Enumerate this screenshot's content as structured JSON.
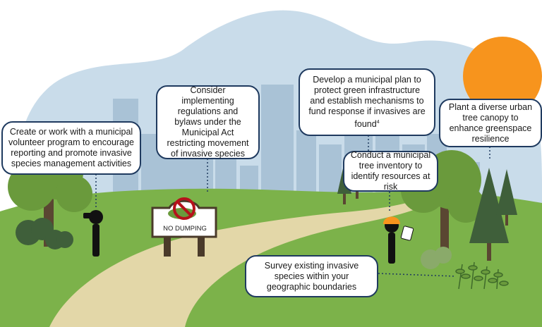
{
  "callouts": {
    "volunteer": "Create or work with a municipal volunteer program to encourage reporting and promote invasive species management activities",
    "regulations": "Consider implementing regulations and bylaws under the Municipal Act restricting movement of invasive species",
    "municipal_plan": "Develop a municipal plan to protect green infrastructure and establish mechanisms to fund response if invasives are found",
    "municipal_plan_footnote": "4",
    "tree_inventory": "Conduct a municipal tree inventory to identify resources at risk",
    "tree_canopy": "Plant a diverse urban tree canopy to enhance greenspace resilience",
    "survey": "Survey existing invasive species within your geographic boundaries"
  },
  "sign": {
    "text": "NO DUMPING"
  },
  "colors": {
    "sky": "#c9dcea",
    "buildings": "#a9c2d6",
    "grass": "#7cb24a",
    "path": "#e3d7a8",
    "sun": "#f7941d",
    "callout_border": "#1f3a5f",
    "tree_light": "#6a9a3c",
    "tree_dark": "#3f5f3a"
  },
  "icons": [
    "binoculars-icon",
    "no-dumping-sign-icon",
    "clipboard-icon",
    "hard-hat-icon"
  ]
}
